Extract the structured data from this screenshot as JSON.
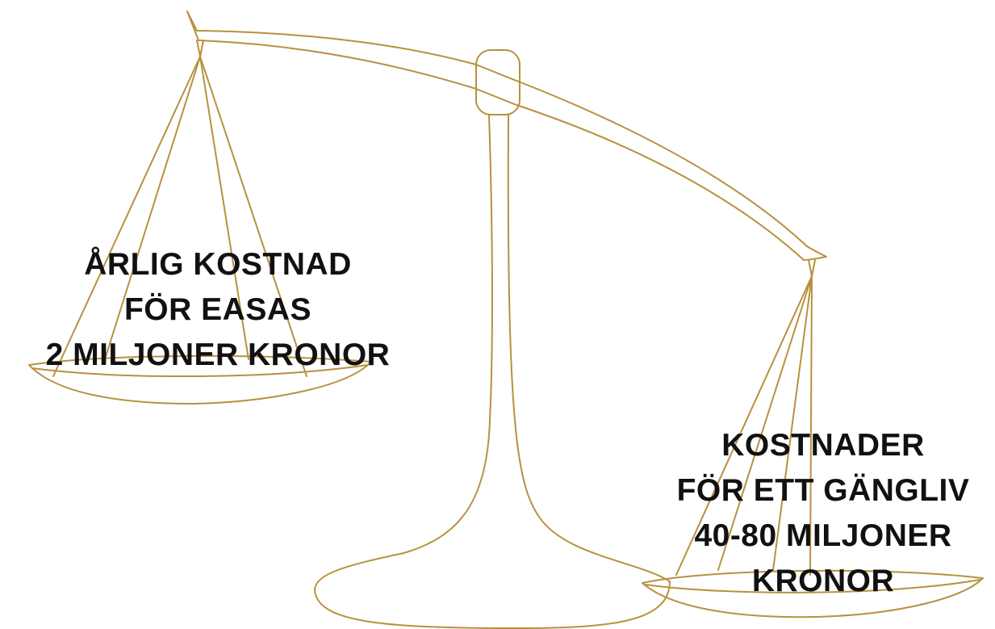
{
  "scale": {
    "line_color": "#b8913e",
    "left_pan": {
      "lines": [
        "ÅRLIG KOSTNAD",
        "FÖR EASAS",
        "2 MILJONER KRONOR"
      ]
    },
    "right_pan": {
      "lines": [
        "KOSTNADER",
        "FÖR ETT GÄNGLIV",
        "40-80 MILJONER",
        "KRONOR"
      ]
    }
  }
}
